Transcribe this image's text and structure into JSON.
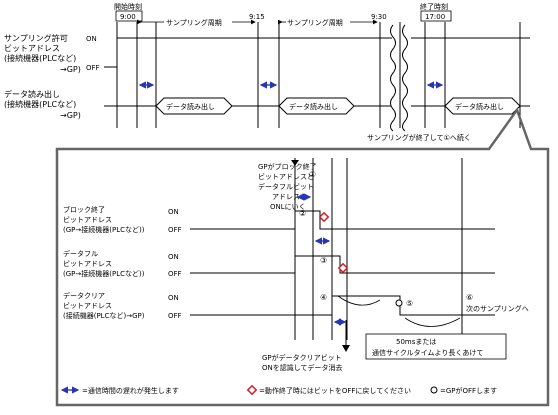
{
  "top": {
    "start_time_label": "開始時刻",
    "start_time_value": "9:00",
    "end_time_label": "終了時刻",
    "end_time_value": "17:00",
    "time_915": "9:15",
    "time_930": "9:30",
    "sampling_period_1": "サンプリング周期",
    "sampling_period_2": "サンプリング周期",
    "sig1_label": [
      "サンプリング許可",
      "ビットアドレス",
      "(接続機器(PLCなど)",
      "→GP)"
    ],
    "sig1_on": "ON",
    "sig1_off": "OFF",
    "sig2_label": [
      "データ読み出し",
      "(接続機器(PLCなど)",
      "→GP)"
    ],
    "read_box_1": "データ読み出し",
    "read_box_2": "データ読み出し",
    "read_box_3": "データ読み出し",
    "continue_note": "サンプリングが終了して①へ続く"
  },
  "detail": {
    "gp_note": [
      "GPがブロック終了",
      "ビットアドレスと",
      "データフルビット",
      "アドレスを",
      "ONLにいく"
    ],
    "block_end_label": [
      "ブロック終了",
      "ビットアドレス",
      "(GP→接続機器(PLCなど))"
    ],
    "block_end_on": "ON",
    "block_end_off": "OFF",
    "data_full_label": [
      "データフル",
      "ビットアドレス",
      "(GP→接続機器(PLCなど))"
    ],
    "data_full_on": "ON",
    "data_full_off": "OFF",
    "data_clear_label": [
      "データクリア",
      "ビットアドレス",
      "(接続機器(PLCなど)→GP)"
    ],
    "data_clear_on": "ON",
    "data_clear_off": "OFF",
    "step1": "①",
    "step2": "②",
    "step3": "③",
    "step4": "④",
    "step5": "⑤",
    "step6": "⑥",
    "next_sampling": "次のサンプリングへ",
    "delay_note": [
      "50msまたは",
      "通信サイクルタイムより長くあけて"
    ],
    "gp_clear_note": [
      "GPがデータクリアビット",
      "ONを認識してデータ消去"
    ]
  },
  "legend": {
    "comm_delay": "=通信時間の遅れが発生します",
    "return_off": "=動作終了時にはビットをOFFに戻してください",
    "gp_off": "=GPがOFFします"
  },
  "colors": {
    "arrow_blue": "#2a36b1",
    "marker_red": "#d81e28",
    "line": "#000000",
    "frame": "#666666"
  }
}
